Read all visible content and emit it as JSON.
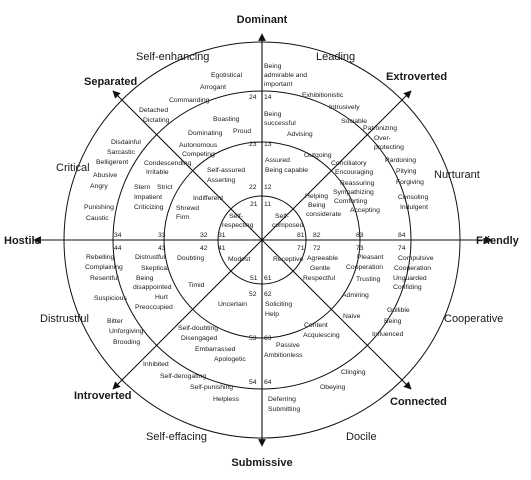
{
  "directions": {
    "top": "Dominant",
    "bottom": "Submissive",
    "left": "Hostile",
    "right": "Friendly",
    "upper_left": "Separated",
    "upper_right": "Extroverted",
    "lower_left": "Introverted",
    "lower_right": "Connected"
  },
  "sectors": {
    "s1": "Self-enhancing",
    "s2": "Leading",
    "s3": "Critical",
    "s4": "Nurturant",
    "s5": "Distrustful",
    "s6": "Cooperative",
    "s7": "Self-effacing",
    "s8": "Docile"
  },
  "codes": {
    "n24": "24",
    "n14": "14",
    "n23": "23",
    "n13": "13",
    "n22": "22",
    "n12": "12",
    "n21": "21",
    "n11": "11",
    "n34": "34",
    "n33": "33",
    "n32": "32",
    "n31": "31",
    "n44": "44",
    "n43": "43",
    "n42": "42",
    "n41": "41",
    "n71": "71",
    "n72": "72",
    "n73": "73",
    "n74": "74",
    "n81": "81",
    "n82": "82",
    "n83": "83",
    "n84": "84",
    "n51": "51",
    "n61": "61",
    "n52": "52",
    "n62": "62",
    "n53": "53",
    "n63": "63",
    "n54": "54",
    "n64": "64"
  },
  "words": {
    "w001": "Egotistical",
    "w002": "Arrogant",
    "w003": "Commanding",
    "w004": "Being",
    "w005": "admirable and",
    "w006": "important",
    "w007": "Exhibitionistic",
    "w008": "Intrusively",
    "w009": "Sociable",
    "w010": "Detached",
    "w011": "Dictating",
    "w012": "Boasting",
    "w013": "Proud",
    "w014": "Dominating",
    "w015": "Autonomous",
    "w016": "Competing",
    "w017": "Being",
    "w018": "successful",
    "w019": "Advising",
    "w020": "Outgoing",
    "w021": "Patronizing",
    "w022": "Over-",
    "w023": "protecting",
    "w024": "Pardoning",
    "w025": "Pitying",
    "w026": "Forgiving",
    "w027": "Consoling",
    "w028": "Indulgent",
    "w029": "Disdainful",
    "w030": "Sarcastic",
    "w031": "Belligerent",
    "w032": "Abusive",
    "w033": "Angry",
    "w034": "Punishing",
    "w035": "Caustic",
    "w036": "Condescending",
    "w037": "Irritable",
    "w038": "Stern",
    "w039": "Strict",
    "w040": "Impatient",
    "w041": "Criticizing",
    "w042": "Self-assured",
    "w043": "Asserting",
    "w044": "Assured",
    "w045": "Being capable",
    "w046": "Conciliatory",
    "w047": "Encouraging",
    "w048": "Reassuring",
    "w049": "Sympathizing",
    "w050": "Comforting",
    "w051": "Accepting",
    "w052": "Indifferent",
    "w053": "Shrewd",
    "w054": "Firm",
    "w055": "Helping",
    "w056": "Being",
    "w057": "considerate",
    "w058": "Self-",
    "w059": "respecting",
    "w060": "Self-",
    "w061": "composed",
    "w062": "Rebelling",
    "w063": "Complaining",
    "w064": "Resentful",
    "w065": "Suspicious",
    "w066": "Distrustful",
    "w067": "Skeptical",
    "w068": "Being",
    "w069": "disappointed",
    "w070": "Hurt",
    "w071": "Preoccupied",
    "w072": "Doubting",
    "w073": "Timid",
    "w074": "Modest",
    "w075": "Receptive",
    "w076": "Agreeable",
    "w077": "Gentle",
    "w078": "Respectful",
    "w079": "Pleasant",
    "w080": "Cooperation",
    "w081": "Trusting",
    "w082": "Admiring",
    "w083": "Compulsive",
    "w084": "Cooperation",
    "w085": "Unguarded",
    "w086": "Confiding",
    "w087": "Bitter",
    "w088": "Unforgiving",
    "w089": "Brooding",
    "w090": "Uncertain",
    "w091": "Soliciting",
    "w092": "Help",
    "w093": "Self-doubting",
    "w094": "Disengaged",
    "w095": "Embarrassed",
    "w096": "Apologetic",
    "w097": "Content",
    "w098": "Acquiescing",
    "w099": "Passive",
    "w100": "Ambitionless",
    "w101": "Naive",
    "w102": "Gullible",
    "w103": "Being",
    "w104": "Influenced",
    "w105": "Inhibited",
    "w106": "Self-derogating",
    "w107": "Self-punishing",
    "w108": "Helpless",
    "w109": "Clinging",
    "w110": "Obeying",
    "w111": "Deferring",
    "w112": "Submitting"
  }
}
